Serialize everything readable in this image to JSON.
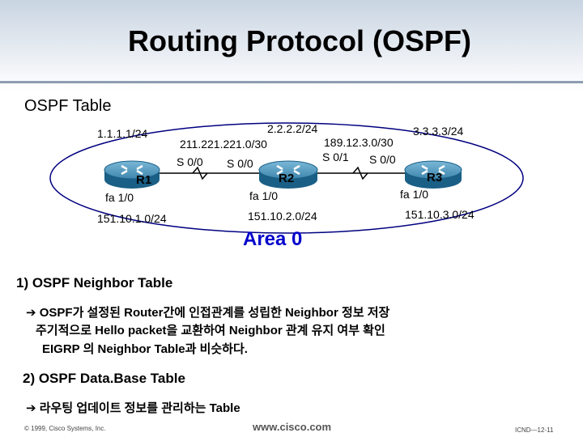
{
  "title": "Routing Protocol (OSPF)",
  "section_title": "OSPF Table",
  "diagram": {
    "routers": [
      {
        "name": "R1",
        "loopback": "1.1.1.1/24",
        "fa_label": "fa 1/0",
        "fa_network": "151.10.1.0/24"
      },
      {
        "name": "R2",
        "loopback": "2.2.2.2/24",
        "fa_label": "fa 1/0",
        "fa_network": "151.10.2.0/24"
      },
      {
        "name": "R3",
        "loopback": "3.3.3.3/24",
        "fa_label": "fa 1/0",
        "fa_network": "151.10.3.0/24"
      }
    ],
    "links": [
      {
        "network": "211.221.221.0/30",
        "left_if": "S 0/0",
        "right_if": "S 0/0"
      },
      {
        "network": "189.12.3.0/30",
        "left_if": "S 0/1",
        "right_if": "S 0/0"
      }
    ],
    "area_label": "Area 0",
    "colors": {
      "cloud_outline": "#000080",
      "router_body": "#1a5f86",
      "area_text": "#0000cc"
    }
  },
  "neighbor": {
    "heading": "1) OSPF Neighbor Table",
    "arrow_icon": "right-arrow-icon",
    "line1": "OSPF가 설정된 Router간에 인접관계를 성립한 Neighbor 정보 저장",
    "line2": "주기적으로 Hello packet을 교환하여 Neighbor 관계 유지 여부 확인",
    "line3": "EIGRP 의 Neighbor Table과 비슷하다."
  },
  "database": {
    "heading": "2) OSPF Data.Base Table",
    "line1": "라우팅 업데이트 정보를 관리하는 Table"
  },
  "footer": {
    "copyright": "© 1999, Cisco Systems, Inc.",
    "url": "www.cisco.com",
    "page": "ICND—12-11"
  }
}
